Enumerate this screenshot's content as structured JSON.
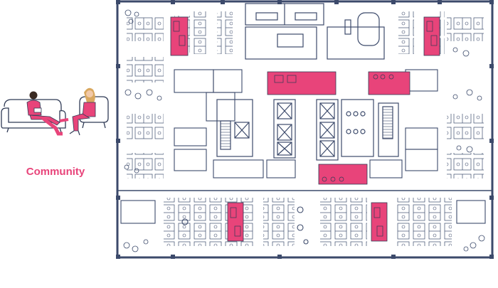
{
  "legend": {
    "label": "Community",
    "highlight_color": "#E8447A"
  },
  "colors": {
    "wall": "#3C4A6B",
    "line": "#2F3A55",
    "highlight": "#E8447A",
    "highlight_fill": "#E8447A",
    "skin": "#3A2A22",
    "hair": "#D9A860"
  },
  "icons": {
    "illustration": "people-on-sofa-illustration",
    "plan": "office-floor-plan"
  }
}
